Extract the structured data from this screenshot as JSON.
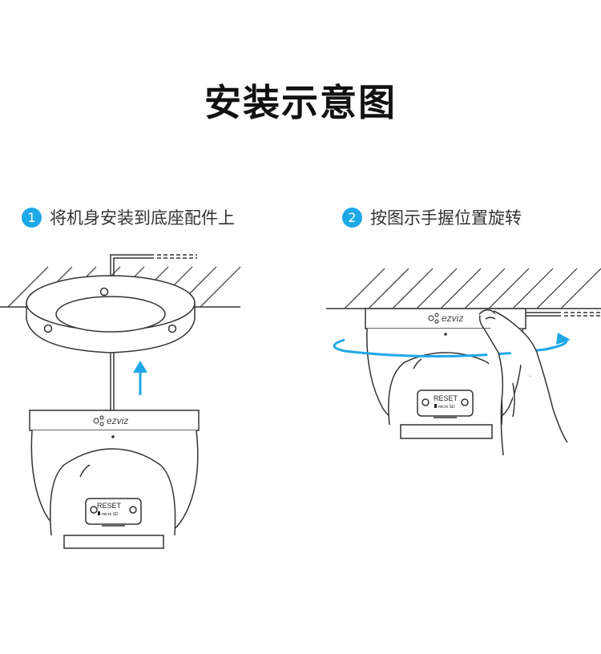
{
  "title": "安装示意图",
  "steps": [
    {
      "number": "1",
      "text": "将机身安装到底座配件上"
    },
    {
      "number": "2",
      "text": "按图示手握位置旋转"
    }
  ],
  "camera": {
    "brand": "ezviz",
    "reset_label": "RESET",
    "sd_label": "micro SD"
  },
  "colors": {
    "accent": "#1ea8e7",
    "line": "#333333"
  }
}
